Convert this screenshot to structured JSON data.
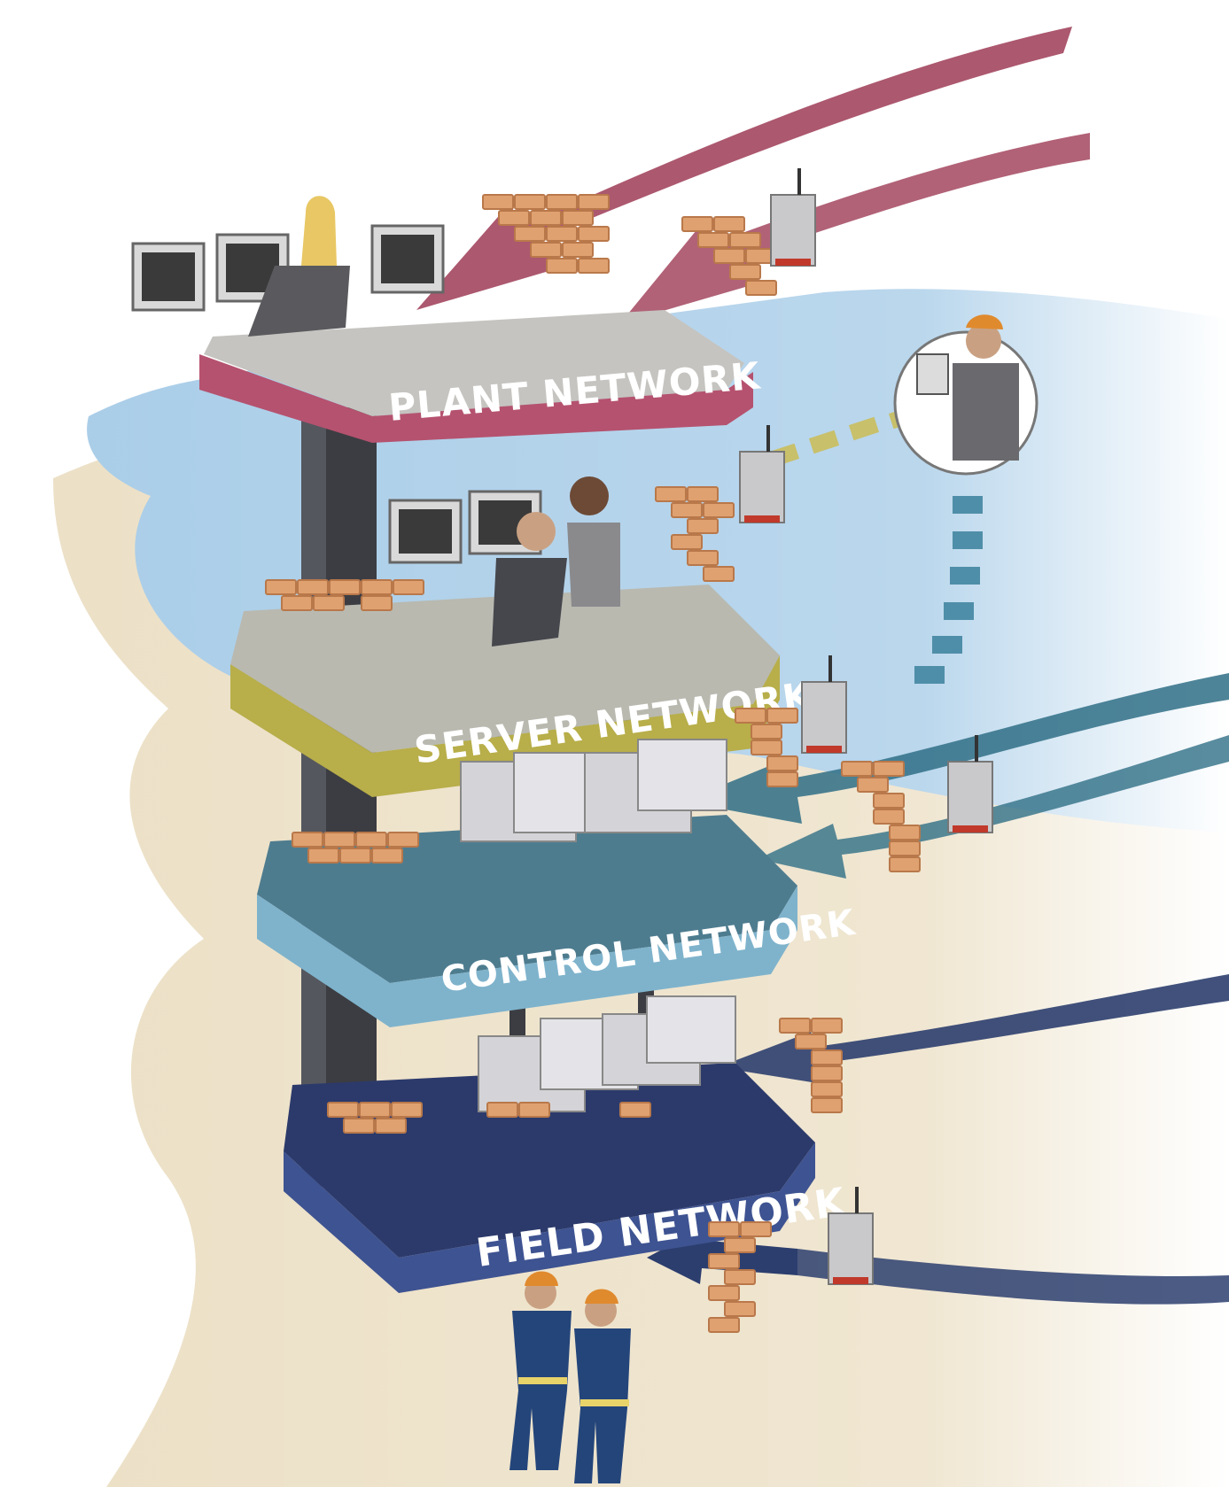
{
  "layers": [
    {
      "id": "plant",
      "label": "PLANT NETWORK",
      "color": "#b5526f"
    },
    {
      "id": "server",
      "label": "SERVER NETWORK",
      "color": "#b8ae4a"
    },
    {
      "id": "control",
      "label": "CONTROL NETWORK",
      "color": "#7fb3cc"
    },
    {
      "id": "field",
      "label": "FIELD NETWORK",
      "color": "#3e5391"
    }
  ],
  "colors": {
    "plant_arrow": "#a3465f",
    "control_arrow": "#2f6f86",
    "field_arrow": "#2c3e6e",
    "wireless_arrow": "#c8c06a",
    "firewall_brick": "#e0a170",
    "pillar": "#3c3d42",
    "background_sky": "#a9cde8",
    "background_sand": "#ece0c6"
  },
  "icons": [
    "firewall-icon",
    "wireless-transmitter-icon",
    "monitor-icon",
    "operator-icon",
    "field-worker-icon",
    "controller-cabinet-icon"
  ]
}
